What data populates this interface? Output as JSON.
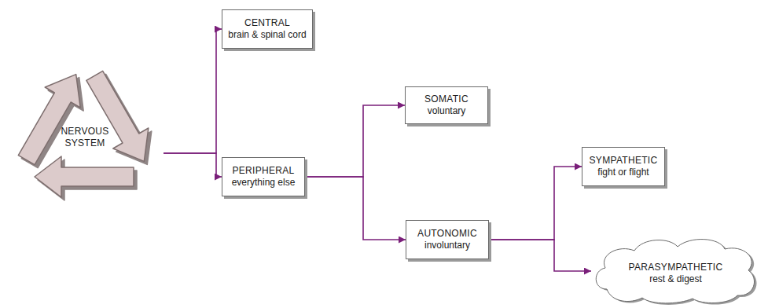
{
  "diagram": {
    "nodes": [
      {
        "text": [
          "NERVOUS SYSTEM"
        ]
      },
      {
        "text": [
          "CENTRAL",
          "brain & spinal cord"
        ]
      },
      {
        "text": [
          "PERIPHERAL",
          "everything else"
        ]
      },
      {
        "text": [
          "SOMATIC",
          "voluntary"
        ]
      },
      {
        "text": [
          "AUTONOMIC",
          "involuntary"
        ]
      },
      {
        "text": [
          "SYMPATHETIC",
          "fight or flight"
        ]
      },
      {
        "text": [
          "PARASYMPATHETIC",
          "rest & digest"
        ]
      }
    ],
    "edges": [
      {
        "from": 0,
        "to": 1,
        "arrow": "to"
      },
      {
        "from": 0,
        "to": 2,
        "arrow": "to"
      },
      {
        "from": 2,
        "to": 3,
        "arrow": "to"
      },
      {
        "from": 2,
        "to": 4,
        "arrow": "to"
      },
      {
        "from": 4,
        "to": 5,
        "arrow": "to"
      },
      {
        "from": 4,
        "to": 6,
        "arrow": "to"
      }
    ]
  }
}
